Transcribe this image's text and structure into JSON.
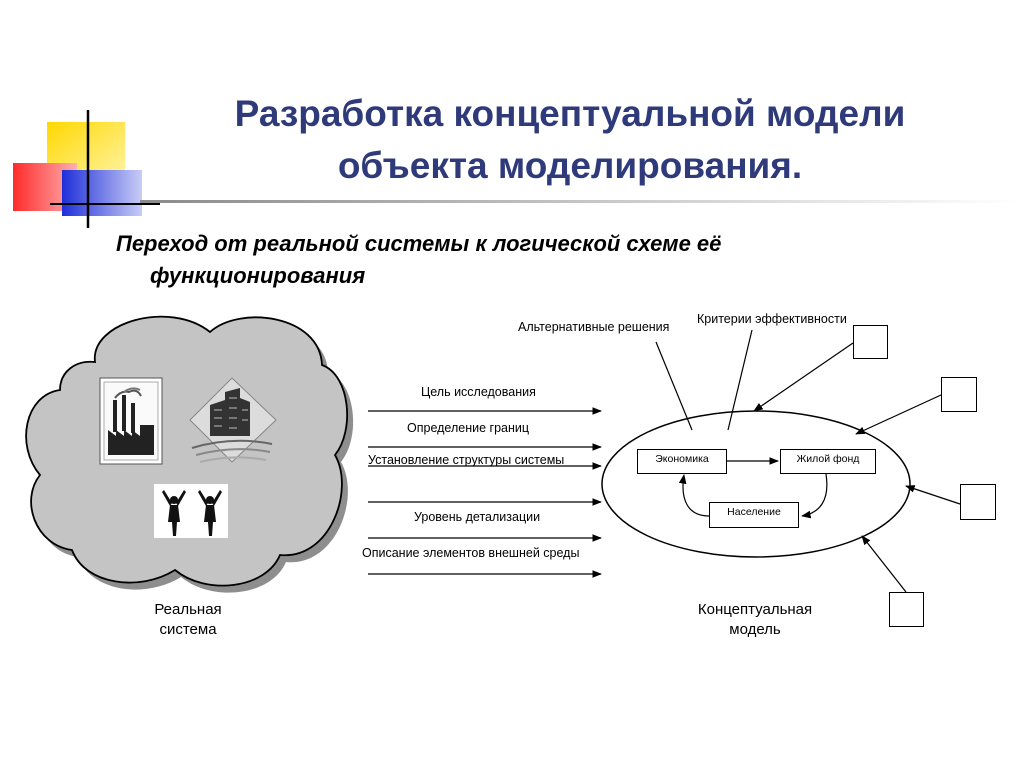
{
  "slide": {
    "title_line1": "Разработка концептуальной модели",
    "title_line2": "объекта моделирования.",
    "subtitle_line1": "Переход от реальной системы к логической схеме её",
    "subtitle_line2": "функционирования"
  },
  "diagram": {
    "real_system_caption_line1": "Реальная",
    "real_system_caption_line2": "система",
    "concept_caption_line1": "Концептуальная",
    "concept_caption_line2": "модель",
    "arrow_labels": [
      "Цель исследования",
      "Определение границ",
      "Установление структуры системы",
      "Уровень детализации",
      "Описание элементов внешней среды"
    ],
    "alternatives_label": "Альтернативные решения",
    "criteria_label": "Критерии эффективности",
    "boxes": {
      "economy": "Экономика",
      "housing": "Жилой фонд",
      "population": "Население"
    }
  },
  "colors": {
    "title": "#2e3a7a",
    "cloud_fill": "#c4c4c4",
    "deco_yellow": "#ffd800",
    "deco_red": "#ff2a2a",
    "deco_blue": "#1f2fd8"
  }
}
